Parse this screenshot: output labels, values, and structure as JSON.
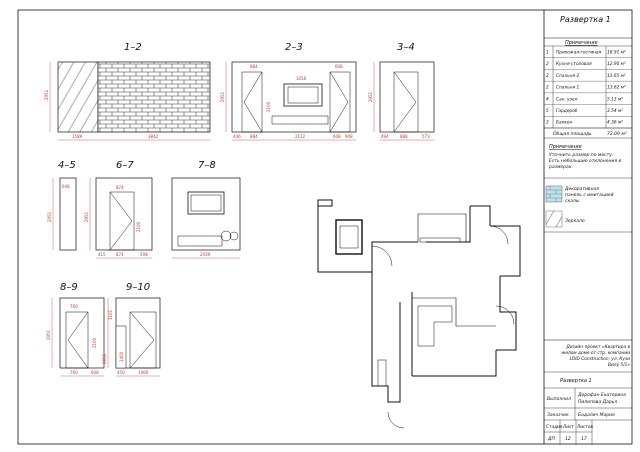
{
  "title_block": {
    "sheet_title": "Развертка 1",
    "rooms_header": "Примечание",
    "rooms": [
      {
        "num": "1",
        "name": "Прихожая-гостиная",
        "area": "18.91 м²"
      },
      {
        "num": "2",
        "name": "Кухня-столовая",
        "area": "12.90 м²"
      },
      {
        "num": "2",
        "name": "Спальня 2",
        "area": "13.65 м²"
      },
      {
        "num": "2",
        "name": "Спальня 1",
        "area": "13.62 м²"
      },
      {
        "num": "4",
        "name": "Сан. узел",
        "area": "5.13 м²"
      },
      {
        "num": "5",
        "name": "Гардероб",
        "area": "3.54 м²"
      },
      {
        "num": "3",
        "name": "Балкон",
        "area": "4.36 м²"
      }
    ],
    "total_label": "Общая площадь",
    "total_area": "72.09 м²",
    "note_title": "Примечание",
    "note_text": [
      "Уточнить размер по месту.",
      "Есть небольшие отклонения в",
      "размерах."
    ],
    "legend_tile_label": [
      "Декоративная",
      "панель с имитацией",
      "скалы"
    ],
    "legend_mirror_label": "Зеркало",
    "project_text": [
      "Дизайн-проект «Квартира в",
      "жилом доме от стр. компании",
      "LOID Construction, ул. Кузи",
      "Вилу 5/1»"
    ],
    "sheet_name": "Развертка 1",
    "performed_label": "Выполнил",
    "performers": [
      "Дорофан Екатерина",
      "Пилипова Дарья"
    ],
    "customer_label": "Заказчик",
    "customer": "Бадалич Мария",
    "stage_label": "Стадия",
    "sheet_label": "Лист",
    "sheets_label": "Листов",
    "stage": "ДП",
    "sheet_num": "12",
    "sheets_total": "17"
  },
  "views": {
    "v12": {
      "label": "1–2",
      "dims": [
        "2951",
        "1589",
        "3842"
      ]
    },
    "v23": {
      "label": "2–3",
      "dims": [
        "2951",
        "884",
        "608",
        "1056",
        "2100",
        "446",
        "884",
        "2112",
        "608",
        "908"
      ]
    },
    "v34": {
      "label": "3–4",
      "dims": [
        "2951",
        "494",
        "888",
        "573"
      ]
    },
    "v45": {
      "label": "4–5",
      "dims": [
        "648",
        "2951"
      ]
    },
    "v67": {
      "label": "6–7",
      "dims": [
        "874",
        "2951",
        "2100",
        "415",
        "874",
        "598"
      ]
    },
    "v78": {
      "label": "7–8",
      "dims": [
        "2439"
      ]
    },
    "v89": {
      "label": "8–9",
      "dims": [
        "760",
        "2951",
        "2100",
        "760",
        "608"
      ]
    },
    "v910": {
      "label": "9–10",
      "dims": [
        "1101",
        "2951",
        "1400",
        "450",
        "1000"
      ]
    }
  },
  "colors": {
    "line": "#111111",
    "dimension": "#c0392b",
    "tile_fill": "#bfe3ee"
  }
}
